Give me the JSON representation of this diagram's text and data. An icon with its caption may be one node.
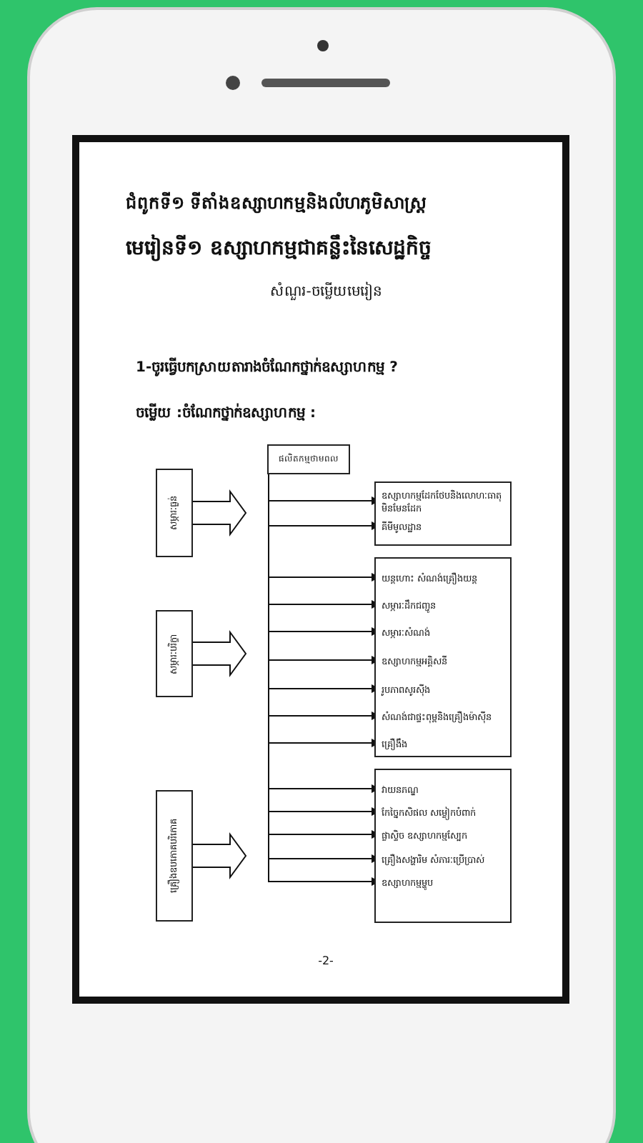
{
  "diagram": {
    "title": "ជំពូកទី១ ទីតាំងឧស្សាហកម្មនិងលំហភូមិសាស្ត្រ",
    "nodes": [
      {
        "text": [
          "ផលិតកម្មថាមពល"
        ]
      },
      {
        "text": [
          "សម្ភារៈធ្ងន់"
        ]
      },
      {
        "text": [
          "សម្ភារៈបរិក្ខា"
        ]
      },
      {
        "text": [
          "គ្រឿងឧបភោគបរិភោគ"
        ]
      },
      {
        "text": [],
        "shape": "box"
      },
      {
        "text": [
          "ឧស្សាហកម្មដែកថែបនិងលោហៈធាតុមិនមែនដែក"
        ],
        "in": 4
      },
      {
        "text": [
          "គីមីមូលដ្ឋាន"
        ],
        "in": 4
      },
      {
        "text": [],
        "shape": "box"
      },
      {
        "text": [
          "យន្តហោះ សំណង់គ្រឿងយន្ត"
        ],
        "in": 7
      },
      {
        "text": [
          "សម្ភារៈដឹកជញ្ជូន"
        ],
        "in": 7
      },
      {
        "text": [
          "សម្ភារៈសំណង់"
        ],
        "in": 7
      },
      {
        "text": [
          "ឧស្សាហកម្មអគ្គិសនី"
        ],
        "in": 7
      },
      {
        "text": [
          "រូបភាពសូរស៊ីង"
        ],
        "in": 7
      },
      {
        "text": [
          "សំណង់ជាផ្ទះពុម្ពនិងគ្រឿងម៉ាស៊ីន"
        ],
        "in": 7
      },
      {
        "text": [
          "គ្រឿងឹង"
        ],
        "in": 7
      },
      {
        "text": [],
        "shape": "box"
      },
      {
        "text": [
          "វាយនភណ្ឌ"
        ],
        "in": 15
      },
      {
        "text": [
          "កែច្នៃកសិផល សម្លៀកបំពាក់"
        ],
        "in": 15
      },
      {
        "text": [
          "ផ្លាស្ទិច ឧស្សាហកម្មស្បែក"
        ],
        "in": 15
      },
      {
        "text": [
          "គ្រឿងសង្ហារិម សំភារៈប្រើប្រាស់"
        ],
        "in": 15
      },
      {
        "text": [
          "ឧស្សាហកម្មម្ហូប"
        ],
        "in": 15
      }
    ],
    "edges": [
      {
        "from": 0,
        "to": 5,
        "arrow": "to"
      },
      {
        "from": 0,
        "to": 6,
        "arrow": "to"
      },
      {
        "from": 0,
        "to": 8,
        "arrow": "to"
      },
      {
        "from": 0,
        "to": 9,
        "arrow": "to"
      },
      {
        "from": 0,
        "to": 10,
        "arrow": "to"
      },
      {
        "from": 0,
        "to": 11,
        "arrow": "to"
      },
      {
        "from": 0,
        "to": 12,
        "arrow": "to"
      },
      {
        "from": 0,
        "to": 13,
        "arrow": "to"
      },
      {
        "from": 0,
        "to": 14,
        "arrow": "to"
      },
      {
        "from": 0,
        "to": 16,
        "arrow": "to"
      },
      {
        "from": 0,
        "to": 17,
        "arrow": "to"
      },
      {
        "from": 0,
        "to": 18,
        "arrow": "to"
      },
      {
        "from": 0,
        "to": 19,
        "arrow": "to"
      },
      {
        "from": 0,
        "to": 20,
        "arrow": "to"
      },
      {
        "from": 1,
        "to": null,
        "arrow": "to",
        "style": "thick"
      },
      {
        "from": 2,
        "to": null,
        "arrow": "to",
        "style": "thick"
      },
      {
        "from": 3,
        "to": null,
        "arrow": "to",
        "style": "thick"
      }
    ],
    "labels": [
      "មេរៀនទី១ ឧស្សាហកម្មជាគន្លឹះនៃសេដ្ឋកិច្ច",
      "សំណួរ-ចម្លើយមេរៀន",
      "1-ចូរធ្វើបកស្រាយតារាងចំណែកថ្នាក់ឧស្សាហកម្ម ?",
      "ចម្លើយ :ចំណែកថ្នាក់ឧស្សាហកម្ម :",
      "-2-"
    ]
  }
}
